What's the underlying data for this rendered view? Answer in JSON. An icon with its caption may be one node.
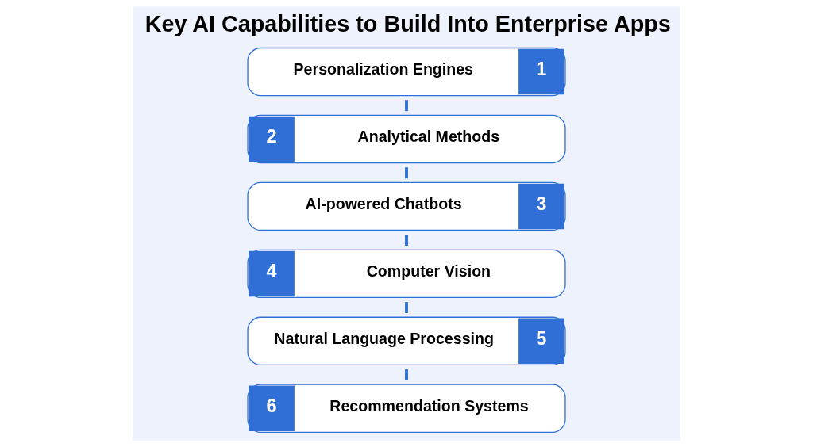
{
  "diagram": {
    "title": "Key AI Capabilities to Build Into Enterprise Apps",
    "nodes": [
      {
        "text": [
          "Personalization Engines",
          "1"
        ]
      },
      {
        "text": [
          "2",
          "Analytical Methods"
        ]
      },
      {
        "text": [
          "AI-powered Chatbots",
          "3"
        ]
      },
      {
        "text": [
          "4",
          "Computer Vision"
        ]
      },
      {
        "text": [
          "Natural Language Processing",
          "5"
        ]
      },
      {
        "text": [
          "6",
          "Recommendation Systems"
        ]
      }
    ],
    "edges": [
      {
        "from": 0,
        "to": 1,
        "arrow": "none"
      },
      {
        "from": 1,
        "to": 2,
        "arrow": "none"
      },
      {
        "from": 2,
        "to": 3,
        "arrow": "none"
      },
      {
        "from": 3,
        "to": 4,
        "arrow": "none"
      },
      {
        "from": 4,
        "to": 5,
        "arrow": "none"
      }
    ]
  }
}
